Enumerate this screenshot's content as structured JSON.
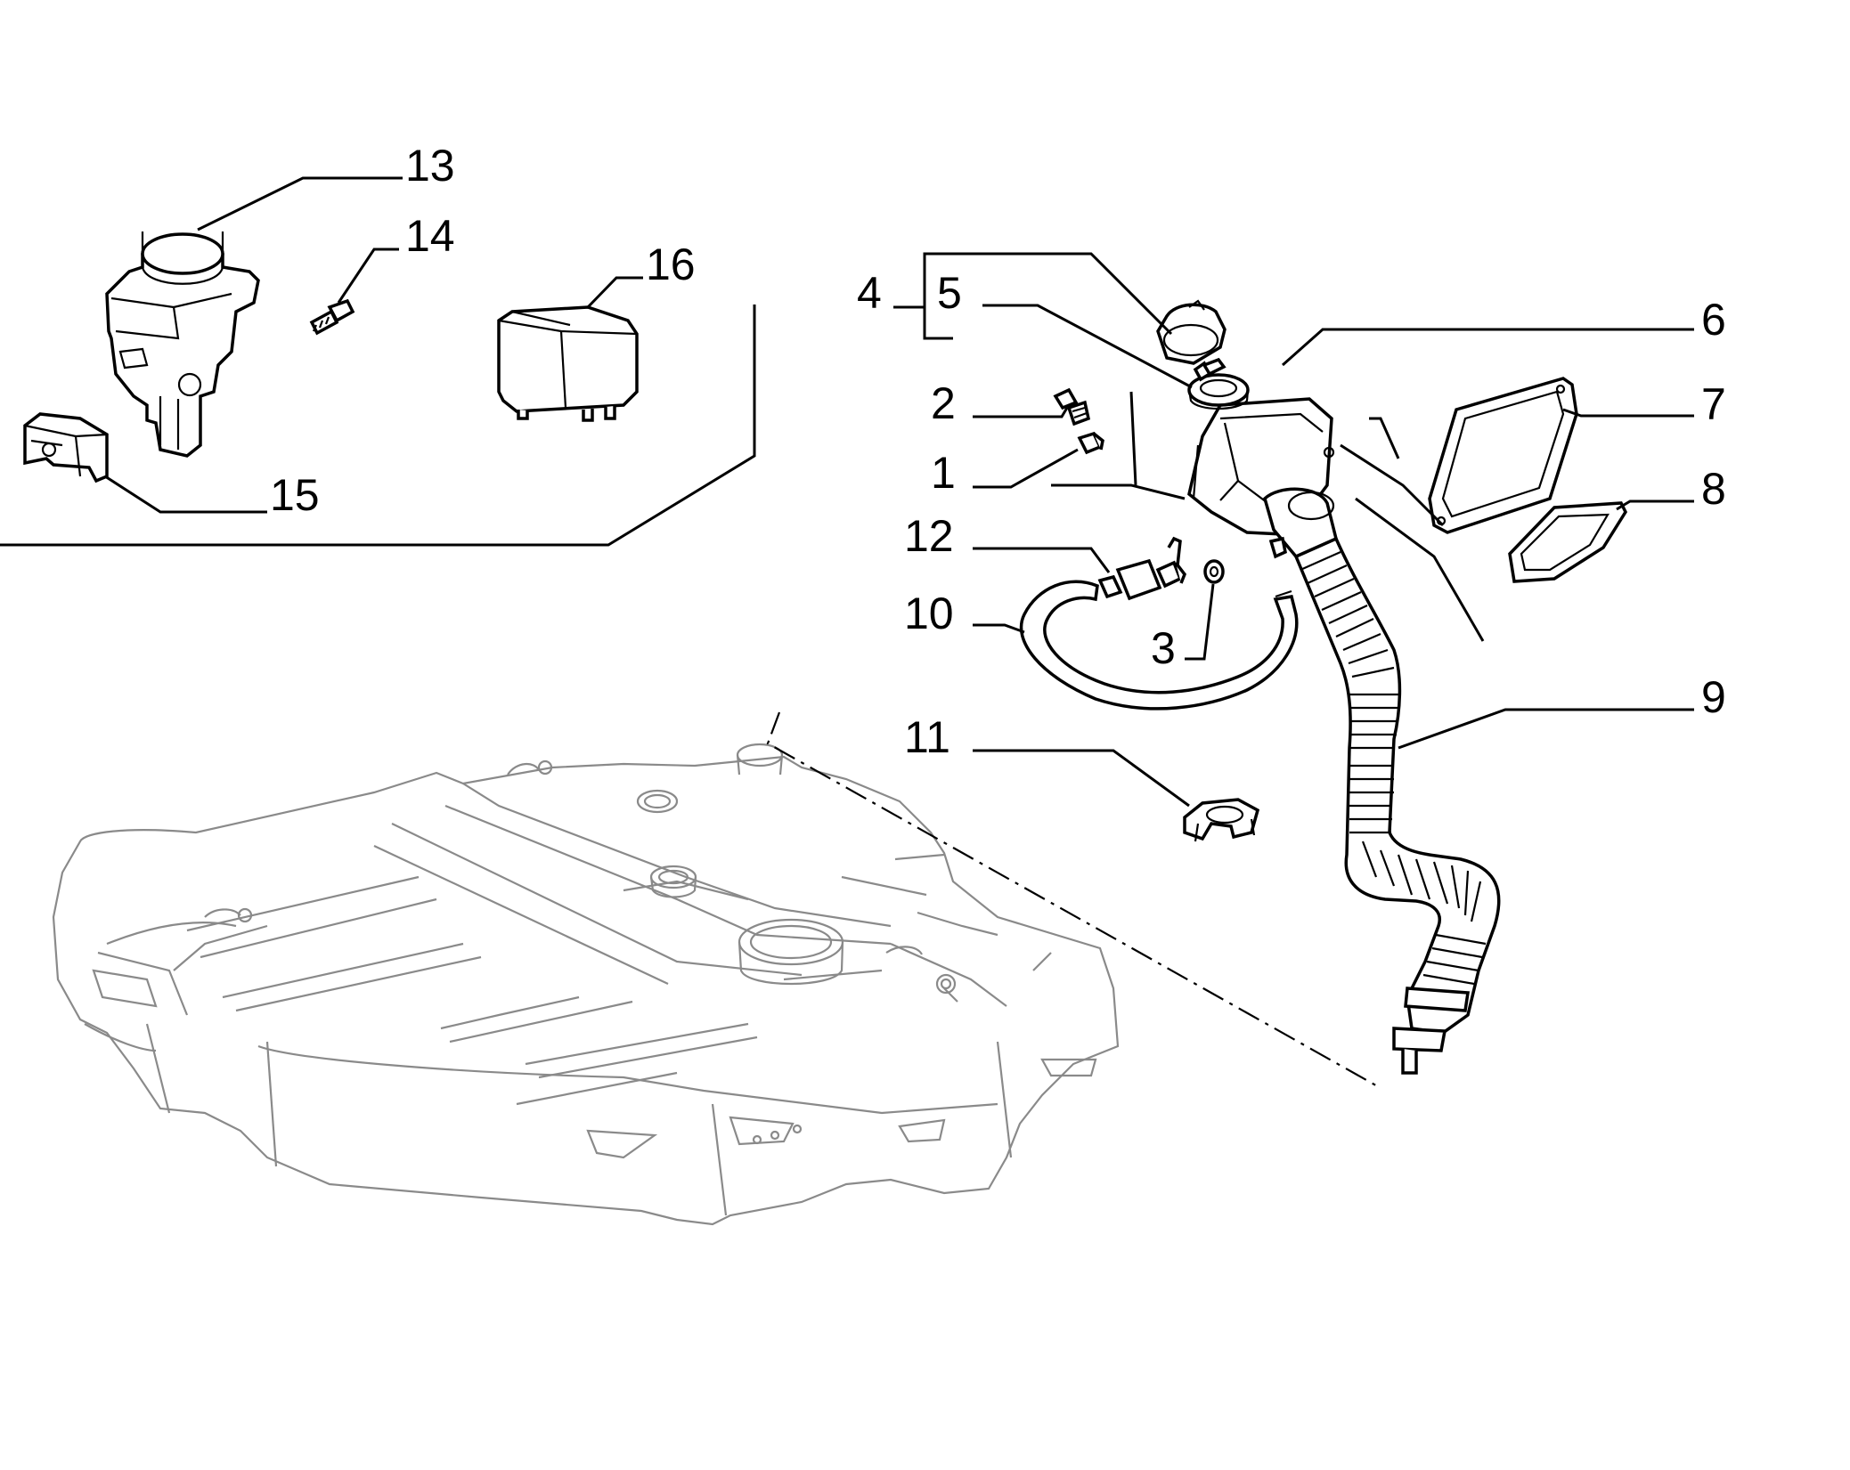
{
  "callouts": {
    "n1": "1",
    "n2": "2",
    "n3": "3",
    "n4": "4",
    "n5": "5",
    "n6": "6",
    "n7": "7",
    "n8": "8",
    "n9": "9",
    "n10": "10",
    "n11": "11",
    "n12": "12",
    "n13": "13",
    "n14": "14",
    "n15": "15",
    "n16": "16"
  }
}
